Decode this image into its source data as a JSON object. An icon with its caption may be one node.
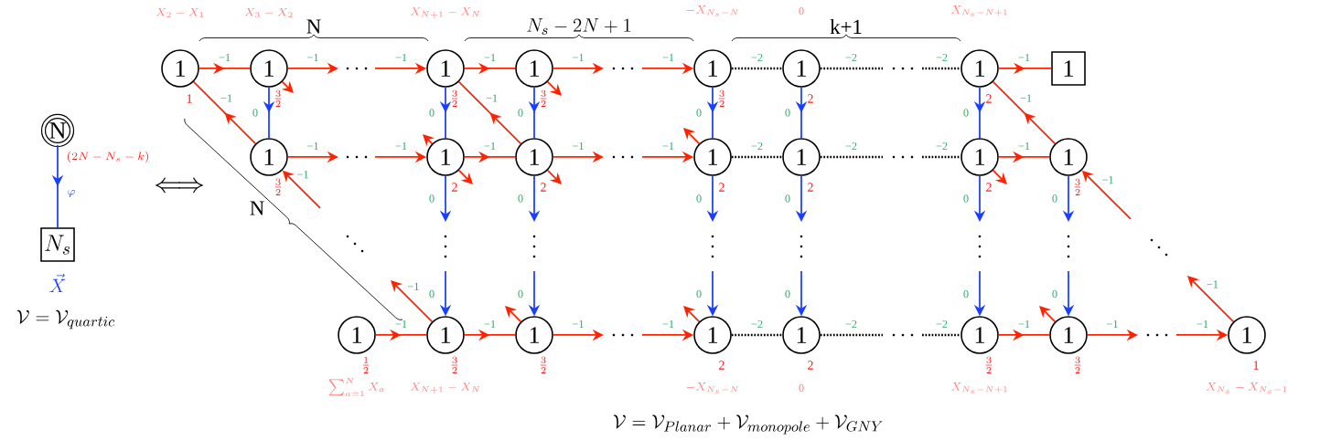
{
  "diagram": {
    "nodes": [
      {
        "text": [
          "N"
        ]
      },
      {
        "text": [
          "N_s"
        ],
        "beside": [
          "\\vec{X}"
        ]
      },
      {
        "text": [
          "1"
        ],
        "beside": [
          "1"
        ]
      },
      {
        "text": [
          "1"
        ],
        "beside": [
          "\\frac{3}{2}"
        ]
      },
      {
        "text": [
          "1"
        ],
        "beside": [
          "\\frac{3}{2}"
        ]
      },
      {
        "text": [
          "1"
        ],
        "beside": [
          "\\frac{3}{2}"
        ]
      },
      {
        "text": [
          "1"
        ],
        "beside": [
          "\\frac{3}{2}"
        ]
      },
      {
        "text": [
          "1"
        ],
        "beside": [
          "2"
        ]
      },
      {
        "text": [
          "1"
        ],
        "beside": [
          "2"
        ]
      },
      {
        "text": [
          "1"
        ]
      },
      {
        "text": [
          "1"
        ],
        "beside": [
          "\\frac{3}{2}"
        ]
      },
      {
        "text": [
          "1"
        ],
        "beside": [
          "2"
        ]
      },
      {
        "text": [
          "1"
        ],
        "beside": [
          "2"
        ]
      },
      {
        "text": [
          "1"
        ],
        "beside": [
          "2"
        ]
      },
      {
        "text": [
          "1"
        ],
        "beside": [
          "2"
        ]
      },
      {
        "text": [
          "1"
        ],
        "beside": [
          "2"
        ]
      },
      {
        "text": [
          "1"
        ],
        "beside": [
          "\\frac{3}{2}"
        ]
      },
      {
        "text": [
          "1"
        ],
        "beside": [
          "\\frac{1}{2}"
        ]
      },
      {
        "text": [
          "1"
        ],
        "beside": [
          "\\frac{3}{2}"
        ]
      },
      {
        "text": [
          "1"
        ],
        "beside": [
          "\\frac{3}{2}"
        ]
      },
      {
        "text": [
          "1"
        ],
        "beside": [
          "2"
        ]
      },
      {
        "text": [
          "1"
        ],
        "beside": [
          "2"
        ]
      },
      {
        "text": [
          "1"
        ],
        "beside": [
          "\\frac{3}{2}"
        ]
      },
      {
        "text": [
          "1"
        ],
        "beside": [
          "\\frac{3}{2}"
        ]
      },
      {
        "text": [
          "1"
        ],
        "beside": [
          "1"
        ]
      }
    ],
    "edges": [
      {
        "from": 0,
        "to": 1,
        "arrow": "to",
        "label": "\\varphi",
        "color": "#1a3fff"
      },
      {
        "from": 2,
        "to": 3,
        "arrow": "to",
        "label": "−1"
      },
      {
        "from": 3,
        "to": null,
        "arrow": "to",
        "label": "−1"
      },
      {
        "from": null,
        "to": 4,
        "arrow": "to",
        "label": "−1"
      },
      {
        "from": 4,
        "to": 5,
        "arrow": "to",
        "label": "−1"
      },
      {
        "from": 5,
        "to": null,
        "arrow": "to",
        "label": "−1"
      },
      {
        "from": null,
        "to": 6,
        "arrow": "to",
        "label": "−1"
      },
      {
        "from": 6,
        "to": 7,
        "arrow": "none",
        "label": "−2",
        "style": "dashed",
        "color": "#000000"
      },
      {
        "from": 7,
        "to": null,
        "arrow": "none",
        "label": "−2",
        "style": "dashed",
        "color": "#000000"
      },
      {
        "from": null,
        "to": 8,
        "arrow": "none",
        "label": "−2",
        "style": "dashed",
        "color": "#000000"
      },
      {
        "from": 8,
        "to": 9,
        "arrow": "to",
        "label": "−1"
      },
      {
        "from": 10,
        "to": 2,
        "arrow": "to",
        "label": "−1"
      },
      {
        "from": null,
        "to": 10,
        "arrow": "to",
        "label": "−1"
      },
      {
        "from": 18,
        "to": null,
        "arrow": "to",
        "label": "−1"
      },
      {
        "from": 12,
        "to": 4,
        "arrow": "to",
        "label": "−1"
      },
      {
        "from": 16,
        "to": 8,
        "arrow": "to",
        "label": "−1"
      },
      {
        "from": null,
        "to": 16,
        "arrow": "to",
        "label": "−1"
      },
      {
        "from": 24,
        "to": null,
        "arrow": "to",
        "label": "−1"
      },
      {
        "from": 3,
        "to": 10,
        "arrow": "to",
        "label": "0",
        "color": "#1a3fff"
      },
      {
        "from": 4,
        "to": 11,
        "arrow": "to",
        "label": "0",
        "color": "#1a3fff"
      },
      {
        "from": 5,
        "to": 12,
        "arrow": "to",
        "label": "0",
        "color": "#1a3fff"
      },
      {
        "from": 6,
        "to": 13,
        "arrow": "to",
        "label": "0",
        "color": "#1a3fff"
      },
      {
        "from": 7,
        "to": 14,
        "arrow": "to",
        "label": "0",
        "color": "#1a3fff"
      },
      {
        "from": 8,
        "to": 15,
        "arrow": "to",
        "label": "0",
        "color": "#1a3fff"
      },
      {
        "from": 11,
        "to": null,
        "arrow": "to",
        "label": "0",
        "color": "#1a3fff"
      },
      {
        "from": 12,
        "to": null,
        "arrow": "to",
        "label": "0",
        "color": "#1a3fff"
      },
      {
        "from": 13,
        "to": null,
        "arrow": "to",
        "label": "0",
        "color": "#1a3fff"
      },
      {
        "from": 14,
        "to": null,
        "arrow": "to",
        "label": "0",
        "color": "#1a3fff"
      },
      {
        "from": 15,
        "to": null,
        "arrow": "to",
        "label": "0",
        "color": "#1a3fff"
      },
      {
        "from": 16,
        "to": null,
        "arrow": "to",
        "label": "0",
        "color": "#1a3fff"
      },
      {
        "from": null,
        "to": 18,
        "arrow": "to",
        "label": "0",
        "color": "#1a3fff"
      },
      {
        "from": null,
        "to": 19,
        "arrow": "to",
        "label": "0",
        "color": "#1a3fff"
      },
      {
        "from": null,
        "to": 20,
        "arrow": "to",
        "label": "0",
        "color": "#1a3fff"
      },
      {
        "from": null,
        "to": 21,
        "arrow": "to",
        "label": "0",
        "color": "#1a3fff"
      },
      {
        "from": null,
        "to": 22,
        "arrow": "to",
        "label": "0",
        "color": "#1a3fff"
      },
      {
        "from": null,
        "to": 23,
        "arrow": "to",
        "label": "0",
        "color": "#1a3fff"
      },
      {
        "from": 10,
        "to": null,
        "arrow": "to",
        "label": "−1"
      },
      {
        "from": null,
        "to": 11,
        "arrow": "to",
        "label": "−1"
      },
      {
        "from": 11,
        "to": 12,
        "arrow": "to",
        "label": "−1"
      },
      {
        "from": 12,
        "to": null,
        "arrow": "to",
        "label": "−1"
      },
      {
        "from": null,
        "to": 13,
        "arrow": "to",
        "label": "−1"
      },
      {
        "from": 13,
        "to": 14,
        "arrow": "none",
        "label": "−2",
        "style": "dashed",
        "color": "#000000"
      },
      {
        "from": 14,
        "to": null,
        "arrow": "none",
        "label": "−2",
        "style": "dashed",
        "color": "#000000"
      },
      {
        "from": null,
        "to": 15,
        "arrow": "none",
        "label": "−2",
        "style": "dashed",
        "color": "#000000"
      },
      {
        "from": 15,
        "to": 16,
        "arrow": "to",
        "label": "−1"
      },
      {
        "from": 17,
        "to": 18,
        "arrow": "to",
        "label": "−1"
      },
      {
        "from": 18,
        "to": 19,
        "arrow": "to",
        "label": "−1"
      },
      {
        "from": 19,
        "to": null,
        "arrow": "to",
        "label": "−1"
      },
      {
        "from": null,
        "to": 20,
        "arrow": "to",
        "label": "−1"
      },
      {
        "from": 20,
        "to": 21,
        "arrow": "none",
        "label": "−2",
        "style": "dashed",
        "color": "#000000"
      },
      {
        "from": 21,
        "to": null,
        "arrow": "none",
        "label": "−2",
        "style": "dashed",
        "color": "#000000"
      },
      {
        "from": null,
        "to": 22,
        "arrow": "none",
        "label": "−2",
        "style": "dashed",
        "color": "#000000"
      },
      {
        "from": 22,
        "to": 23,
        "arrow": "to",
        "label": "−1"
      },
      {
        "from": 23,
        "to": null,
        "arrow": "to",
        "label": "−1"
      },
      {
        "from": null,
        "to": 24,
        "arrow": "to",
        "label": "−1"
      },
      {
        "from": 3,
        "to": null,
        "arrow": "to"
      },
      {
        "from": 5,
        "to": null,
        "arrow": "to"
      },
      {
        "from": 11,
        "to": null,
        "arrow": "to"
      },
      {
        "from": 11,
        "to": null,
        "arrow": "to"
      },
      {
        "from": 12,
        "to": null,
        "arrow": "to"
      },
      {
        "from": 13,
        "to": null,
        "arrow": "to"
      },
      {
        "from": 15,
        "to": null,
        "arrow": "to"
      },
      {
        "from": 19,
        "to": null,
        "arrow": "to"
      },
      {
        "from": 20,
        "to": null,
        "arrow": "to"
      },
      {
        "from": 23,
        "to": null,
        "arrow": "to"
      }
    ],
    "labels": [
      "X_2 - X_1",
      "X_3 - X_2",
      "X_{N+1} - X_N",
      "-X_{N_s-N}",
      "0",
      "X_{N_s-N+1}",
      "N",
      "N_s-2N+1",
      "k+1",
      "(2N-N_s-k)",
      "\\Longleftrightarrow",
      "N",
      "\\mathcal{V}=\\mathcal{V}_{quartic}",
      "\\sum_{a=1}^N X_a",
      "X_{N+1} - X_N",
      "-X_{N_s-N}",
      "0",
      "X_{N_s-N+1}",
      "X_{N_s} - X_{N_s-1}",
      "\\mathcal{V}=\\mathcal{V}_{Planar}+\\mathcal{V}_{monopole}+\\mathcal{V}_{GNY}"
    ]
  }
}
